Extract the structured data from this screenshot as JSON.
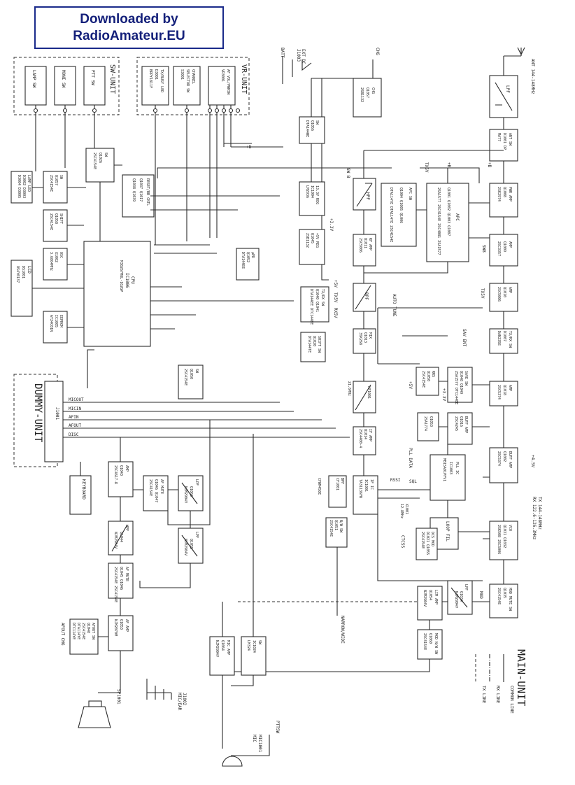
{
  "banner": {
    "line1": "Downloaded by",
    "line2": "RadioAmateur.EU"
  },
  "units": {
    "sw_unit": "SW-UNIT",
    "vr_unit": "VR-UNIT",
    "dummy_unit": "DUMMY-UNIT",
    "main_unit": "MAIN-UNIT"
  },
  "switches": {
    "lamp": "LAMP SW",
    "moni": "MONI SW",
    "ptt": "PTT SW"
  },
  "blocks": {
    "txbusy_led": [
      "TX/BUSY LED",
      "D3001",
      "BRPY1811F"
    ],
    "channel_sel": [
      "CHANNEL",
      "SELECTOR SW",
      "S3001"
    ],
    "af_vol": [
      "AF VOL/PWRSW",
      "VR3001"
    ],
    "chg": [
      "CHG",
      "Q1057",
      "2SB1132"
    ],
    "chg_sw": [
      "SW",
      "Q1056",
      "DTA144WE"
    ],
    "lpf_ant": "LPF",
    "ant_sw": [
      "ANT SW",
      "D1001 DP",
      "MA77"
    ],
    "reg": [
      "13.3V REG",
      "IC1004",
      "LM2936"
    ],
    "regs_5v": [
      "+5V REG",
      "Q1045",
      "2SB1132"
    ],
    "hpf": "HPF",
    "rf_amp": [
      "RF AMP",
      "Q1011",
      "2SC5006"
    ],
    "apc_sw": [
      "APC SW",
      "Q1004 Q1005 Q1006",
      "DTA114YE DTA114YE 2SC4154E"
    ],
    "apc": [
      "APC",
      "Q1001 Q1002 Q1003 Q1007",
      "2SA1577 2SC4154E 2SC4081 2SA1577"
    ],
    "pwr_amp": [
      "PWR AMP",
      "Q1008",
      "2SK2974"
    ],
    "amp1": [
      "AMP",
      "Q1009",
      "2SC3357"
    ],
    "amp2": [
      "AMP",
      "Q1010",
      "2SC5006"
    ],
    "cpu": [
      "CPU",
      "IC1006",
      "M38267M8L-162GP"
    ],
    "reset_ctrl": [
      "RESET/BB CNTL",
      "Q1037 Q1017",
      "Q1038 Q1039"
    ],
    "cpu_sw": [
      "SW",
      "Q1026",
      "2SC4154E"
    ],
    "sw_q1057": [
      "SW",
      "Q1057",
      "2SC4154E"
    ],
    "lamp_led": [
      "LAMP LED",
      "D3002 D3003",
      "D3004 D3005"
    ],
    "shift": [
      "SHIFT",
      "Q1058",
      "2SC4154E"
    ],
    "osc": [
      "OSC",
      "X1002",
      "3.6864MHz"
    ],
    "lcd": [
      "LCD",
      "DS1001",
      "OS4Y0137"
    ],
    "eeprom": [
      "EEPROM",
      "IC1005",
      "AT24C01N"
    ],
    "pd_sw": [
      "μPD",
      "Q1052",
      "DTA144EE"
    ],
    "tx_rx_sw": [
      "TX/RX SW",
      "Q1040 Q1041",
      "DTA144EE DTC144EE"
    ],
    "shift_sw": [
      "SHIFT SW",
      "Q1020",
      "DTA144TE"
    ],
    "bpf": "BPF",
    "mix": [
      "MIX",
      "Q1013",
      "3SK268"
    ],
    "txrx_sw": [
      "TX/RX SW",
      "D1007",
      "DAN235E"
    ],
    "xf": [
      "XF1001",
      "21.6MHz"
    ],
    "if_amp": [
      "IF AMP",
      "Q1014",
      "2SC4400-4"
    ],
    "if_ic": [
      "IF IC",
      "IC1001",
      "TA31136FN"
    ],
    "ceramic_filter": [
      "BPF",
      "CF1001",
      "CFWM450E"
    ],
    "nw_sw": [
      "N/W SW",
      "Q1051",
      "2SC4154E"
    ],
    "rrs_sw": [
      "RRS",
      "Q1050",
      "2SC4154E"
    ],
    "save_sw": [
      "SAVE SW",
      "Q1048 Q1049",
      "2SA1577 DTC144EE"
    ],
    "amp_q1018": [
      "AMP",
      "Q1018",
      "2SC5374"
    ],
    "bfft_amp1": [
      "BUFF AMP",
      "Q1016",
      "2SC4245"
    ],
    "q1053": [
      "Q1053",
      "2SA1774"
    ],
    "pll_ic": [
      "PLL IC",
      "IC1003",
      "MB15A01PFV1"
    ],
    "buff_amp2": [
      "BUFF AMP",
      "Q1002",
      "2SC5374"
    ],
    "loop_fil": "LOOP FIL",
    "vco": [
      "VCO",
      "Q1031 Q1032",
      "2SK508 2SC5006"
    ],
    "dcs_mod": [
      "DCS MOD",
      "D1021 Q1055",
      "2SC4154E"
    ],
    "ctcss": "CTCSS",
    "lpf_q1034": [
      "LPF",
      "Q1034",
      "NJM2904V"
    ],
    "mod_mute": [
      "MOD MUTE SW",
      "Q1035",
      "2SC4154E"
    ],
    "lim_amp": [
      "LIM AMP",
      "Q1054",
      "NJM2904V"
    ],
    "mod_nw_sw": [
      "MOD N/W SW",
      "Q1060",
      "2SC4154E"
    ],
    "mic_amp": [
      "MIC AMP",
      "Q1064",
      "NJM2904V"
    ],
    "ic_sw": [
      "SW",
      "IC1024",
      "LM324"
    ],
    "af_amp_q1043": [
      "AMP",
      "Q1043",
      "2SC4617-R"
    ],
    "af_mute1": [
      "AF MUTE",
      "Q1046 Q1047",
      "2SC4154E"
    ],
    "lpf_q1060": [
      "LPF",
      "Q1060",
      "NJM2904V"
    ],
    "hpf_q1044": [
      "HPF",
      "Q1044",
      "NJM2904V"
    ],
    "af_mute2": [
      "AF MUTE",
      "Q1045 Q1046",
      "2SC4154E 2SC4154E"
    ],
    "lpf_q1055": [
      "LPF",
      "Q1055",
      "NJM2904V"
    ],
    "af_amp_q1053": [
      "AF AMP",
      "Q1053",
      "NJM2070M"
    ],
    "afout_sw": [
      "AFOUT SW",
      "Q1048",
      "2SC4154E",
      "DTA114YE",
      "DTC114YE"
    ],
    "keyboard": "KEYBOARD",
    "j1001": "J1001",
    "speaker": "SP1001",
    "mic": [
      "MIC1001",
      "MIC"
    ],
    "ext_spk_mic": [
      "J1002",
      "MIC/EAR"
    ],
    "mcu_rsv": "RSV"
  },
  "signals": {
    "batt": "BATT",
    "ext_dc": [
      "EXT DC",
      "J1003"
    ],
    "chg_label": "CHG",
    "ant": "ANT 144-148MHz",
    "plus_b": "+B",
    "sw_b": "SW B",
    "plus5v": "+5V",
    "tx5v": "TX5V",
    "rx5v": "RX5V",
    "sw8": "SW8",
    "plus33": "+3.3V",
    "plus45": "+4.5V",
    "auto_tune": "AUTO TUNE",
    "sav_ent": "SAV ENT",
    "pll_data": "PLL DATA",
    "rssi": "RSSI",
    "sql": "SQL",
    "x1001": [
      "X1001",
      "12.8MHz"
    ],
    "narrow_wide": "NARROW/WIDE",
    "ptt": "PTTSW",
    "afout_ctrl": "AFOUT CHG",
    "mic_out": "MICOUT",
    "mic_in": "MICIN",
    "af_in": "AFIN",
    "af_out": "AFOUT",
    "disc": "DISC",
    "mod": "MOD",
    "tx_freq": [
      "TX 144-148MHz",
      "RX 122.6-126.3MHz"
    ],
    "legend_tx": "TX LINE",
    "legend_rx": "RX LINE",
    "legend_common": "COMMON LINE"
  }
}
